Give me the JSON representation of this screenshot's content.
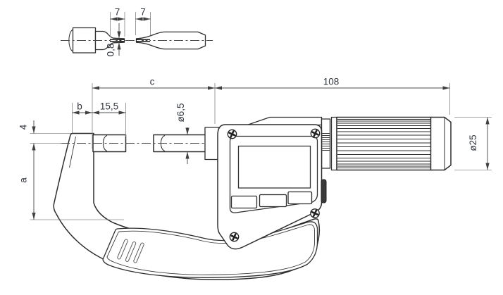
{
  "drawing": {
    "detail_view": {
      "tip_width_left": "7",
      "tip_width_right": "7",
      "tip_thickness": "0,8"
    },
    "dimensions": {
      "c": "c",
      "overall_length": "108",
      "b": "b",
      "anvil_length": "15,5",
      "spindle_diameter": "ø6,5",
      "face_offset": "4",
      "a": "a",
      "thimble_diameter": "ø25"
    },
    "colors": {
      "outline": "#2d2d2d",
      "dimension_line": "#4f4f4f",
      "extension_line": "#8a8a8a",
      "label_text": "#30353c",
      "background": "#ffffff"
    }
  }
}
